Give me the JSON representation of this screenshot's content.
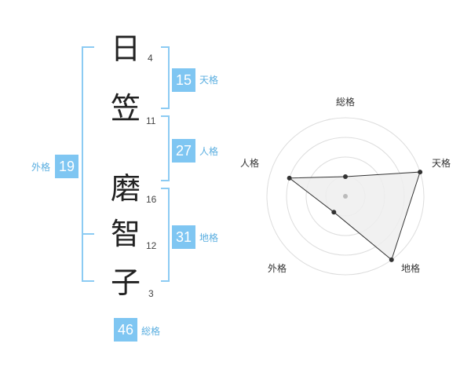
{
  "characters": [
    {
      "char": "日",
      "strokes": "4"
    },
    {
      "char": "笠",
      "strokes": "11"
    },
    {
      "char": "磨",
      "strokes": "16"
    },
    {
      "char": "智",
      "strokes": "12"
    },
    {
      "char": "子",
      "strokes": "3"
    }
  ],
  "kaku": {
    "tenkaku": {
      "value": "15",
      "label": "天格"
    },
    "jinkaku": {
      "value": "27",
      "label": "人格"
    },
    "chikaku": {
      "value": "31",
      "label": "地格"
    },
    "gaikaku": {
      "value": "19",
      "label": "外格"
    },
    "soukaku": {
      "value": "46",
      "label": "総格"
    }
  },
  "radar": {
    "axes": [
      "総格",
      "天格",
      "地格",
      "外格",
      "人格"
    ],
    "levels": 4,
    "values": [
      1,
      4,
      4,
      1,
      3
    ],
    "colors": {
      "grid": "#dddddd",
      "fill": "#eeeeee",
      "stroke": "#333333",
      "center": "#bbbbbb"
    }
  },
  "colors": {
    "accent": "#7fc6f2",
    "label": "#5aaee0",
    "bracket": "#8ccbf3"
  }
}
